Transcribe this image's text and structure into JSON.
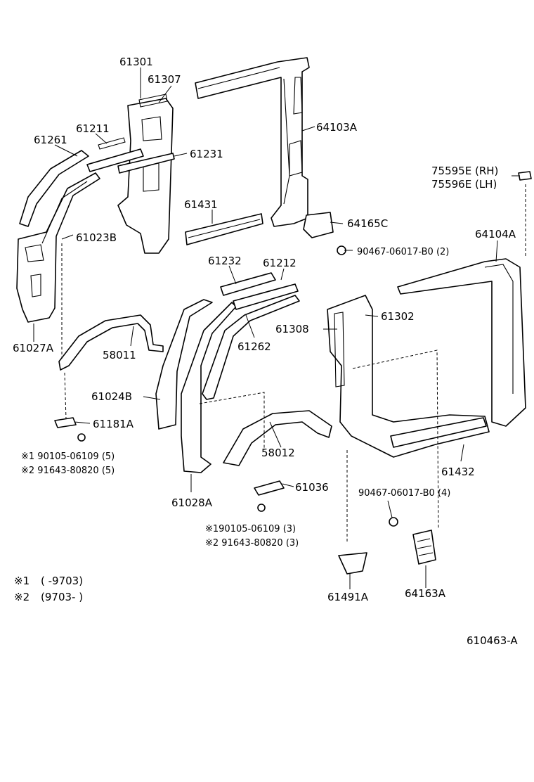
{
  "labels": {
    "p61301": "61301",
    "p61307": "61307",
    "p64103A": "64103A",
    "p61211": "61211",
    "p61261": "61261",
    "p61231": "61231",
    "p75595E": "75595E (RH)",
    "p75596E": "75596E (LH)",
    "p61431": "61431",
    "p61023B": "61023B",
    "p64165C": "64165C",
    "p64104A": "64104A",
    "p90467_2": "90467-06017-B0 (2)",
    "p61232": "61232",
    "p61212": "61212",
    "p61302": "61302",
    "p61308": "61308",
    "p61262": "61262",
    "p61027A": "61027A",
    "p58011": "58011",
    "p61024B": "61024B",
    "p61181A": "61181A",
    "fast1_a": "※1 90105-06109 (5)",
    "fast1_b": "※2 91643-80820 (5)",
    "p58012": "58012",
    "p61432": "61432",
    "p61036": "61036",
    "p61028A": "61028A",
    "p90467_4": "90467-06017-B0 (4)",
    "fast2_a": "※190105-06109 (3)",
    "fast2_b": "※2 91643-80820 (3)",
    "p61491A": "61491A",
    "p64163A": "64163A",
    "diagram_id": "610463-A"
  },
  "notes": {
    "note1_mark": "※1",
    "note1_range": "(        -9703)",
    "note2_mark": "※2",
    "note2_range": "(9703-        )"
  }
}
